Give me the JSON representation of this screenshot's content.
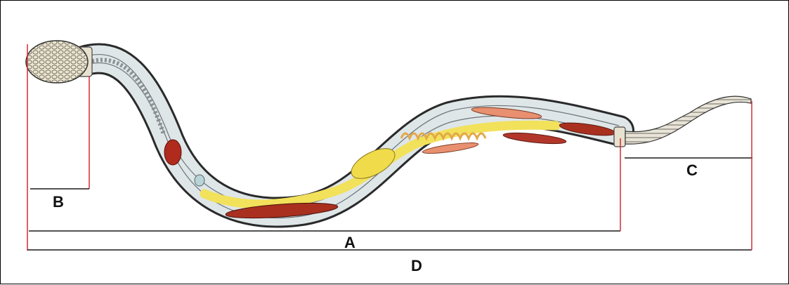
{
  "labels": {
    "a": "A",
    "b": "B",
    "c": "C",
    "d": "D"
  },
  "colors": {
    "measure_vertical": "#d62a34",
    "measure_horizontal": "#1a1a1a",
    "body_outline": "#222222",
    "gut": "#f2e15a",
    "organ_red": "#b02a1e",
    "organ_salmon": "#e89070"
  }
}
